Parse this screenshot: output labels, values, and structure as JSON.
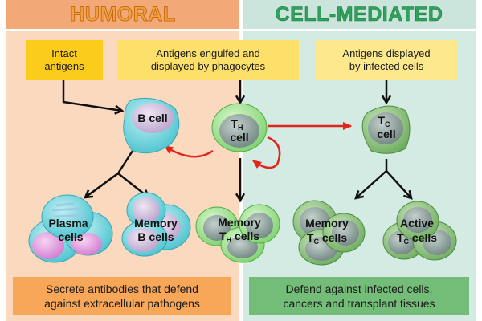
{
  "headers": {
    "humoral": "HUMORAL",
    "cell_mediated": "CELL-MEDIATED"
  },
  "inputs": {
    "intact": [
      "Intact",
      "antigens"
    ],
    "engulfed": [
      "Antigens engulfed and",
      "displayed by phagocytes"
    ],
    "infected": [
      "Antigens displayed",
      "by infected cells"
    ]
  },
  "cells": {
    "b_cell": "B cell",
    "th_cell": {
      "main": "T",
      "sub": "H",
      "line2": "cell"
    },
    "tc_cell": {
      "main": "T",
      "sub": "C",
      "line2": "cell"
    },
    "plasma": [
      "Plasma",
      "cells"
    ],
    "memory_b": [
      "Memory",
      "B cells"
    ],
    "memory_th": {
      "line1": "Memory",
      "main": "T",
      "sub": "H",
      "rest": " cells"
    },
    "memory_tc": {
      "line1": "Memory",
      "main": "T",
      "sub": "C",
      "rest": " cells"
    },
    "active_tc": {
      "line1": "Active",
      "main": "T",
      "sub": "C",
      "rest": " cells"
    }
  },
  "outcomes": {
    "humoral": [
      "Secrete antibodies that defend",
      "against extracellular pathogens"
    ],
    "cell_mediated": [
      "Defend against infected cells,",
      "cancers and transplant tissues"
    ]
  },
  "colors": {
    "humoral_header": "#f2a977",
    "cell_header": "#cbe5dc",
    "activation_arrow": "#e0251b"
  }
}
